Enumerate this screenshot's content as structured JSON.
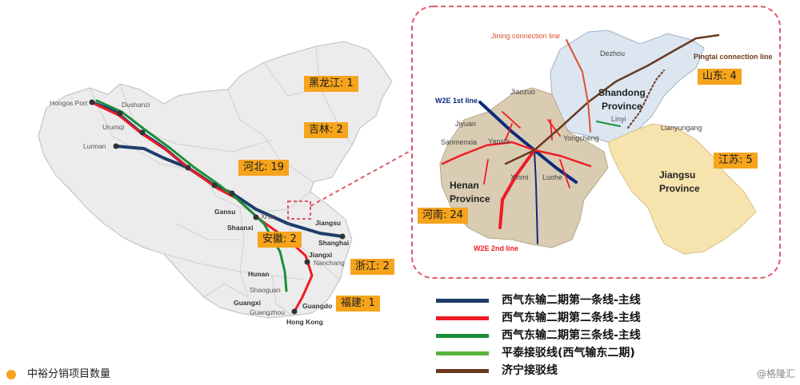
{
  "map": {
    "cities": {
      "horgos": "Hongos Port",
      "dushanzi": "Dushanzi",
      "urumqi": "Urumqi",
      "lunnan": "Lunnan",
      "gansu": "Gansu",
      "xian": "Xi'an",
      "shaanxi": "Shaanxi",
      "jiangsu": "Jiangsu",
      "shanghai": "Shanghai",
      "jiangxi": "Jiangxi",
      "nanchang": "Nanchang",
      "hunan": "Hunan",
      "shaoguan": "Shaoguan",
      "guangxi": "Guangxi",
      "guangzhou": "Guangzhou",
      "guangdong": "Guangdo",
      "hongkong": "Hong Kong"
    },
    "badges": [
      {
        "id": "heilongjiang",
        "text": "黑龙江: 1"
      },
      {
        "id": "jilin",
        "text": "吉林: 2"
      },
      {
        "id": "hebei",
        "text": "河北: 19"
      },
      {
        "id": "anhui",
        "text": "安徽: 2"
      },
      {
        "id": "zhejiang",
        "text": "浙江: 2"
      },
      {
        "id": "fujian",
        "text": "福建: 1"
      }
    ]
  },
  "inset": {
    "labels": {
      "jining": "Jining connection line",
      "pingtai": "Pingtai connection line",
      "dezhou": "Dezhou",
      "shandong1": "Shandong",
      "shandong2": "Province",
      "linyi": "Linyi",
      "lianyungang": "Lianyungang",
      "jiangsu1": "Jiangsu",
      "jiangsu2": "Province",
      "w2e1": "W2E 1st line",
      "jiaozuo": "Jiaozuo",
      "jiyuan": "Jiyuan",
      "sanmenxia": "Sanmenxia",
      "yanshi": "Yanshi",
      "yongcheng": "Yongcheng",
      "henan1": "Henan",
      "henan2": "Province",
      "xinmi": "Xinmi",
      "luohe": "Luohe",
      "w2e2": "W2E 2nd line"
    },
    "badges": [
      {
        "id": "shandong",
        "text": "山东: 4"
      },
      {
        "id": "jiangsu",
        "text": "江苏: 5"
      },
      {
        "id": "henan",
        "text": "河南: 24"
      }
    ]
  },
  "legend": [
    {
      "label": "西气东输二期第一条线-主线",
      "color": "#1f3d6b"
    },
    {
      "label": "西气东输二期第二条线-主线",
      "color": "#ee1c25"
    },
    {
      "label": "西气东输二期第三条线-主线",
      "color": "#1a8f3a"
    },
    {
      "label": "平泰接驳线(西气输东二期)",
      "color": "#58b33c"
    },
    {
      "label": "济宁接驳线",
      "color": "#6b3a1e"
    }
  ],
  "footer_legend": "中裕分销项目数量",
  "watermark": "@格隆汇",
  "colors": {
    "badge": "#f5a41c",
    "inset_border": "#e05a6a"
  }
}
